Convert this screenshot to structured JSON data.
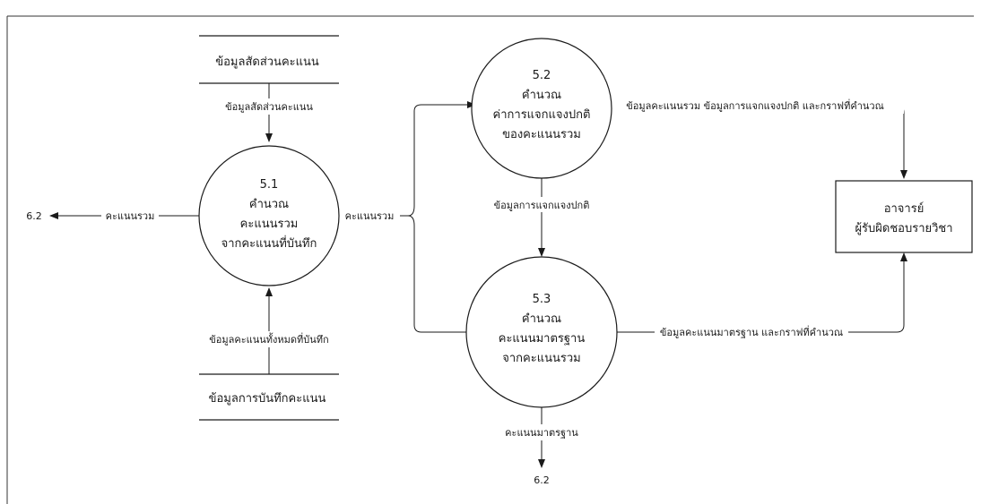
{
  "processes": {
    "p51": {
      "id": "5.1",
      "line1": "คำนวณ",
      "line2": "คะแนนรวม",
      "line3": "จากคะแนนที่บันทึก"
    },
    "p52": {
      "id": "5.2",
      "line1": "คำนวณ",
      "line2": "ค่าการแจกแจงปกติ",
      "line3": "ของคะแนนรวม"
    },
    "p53": {
      "id": "5.3",
      "line1": "คำนวณ",
      "line2": "คะแนนมาตรฐาน",
      "line3": "จากคะแนนรวม"
    }
  },
  "stores": {
    "ratio": "ข้อมูลสัดส่วนคะแนน",
    "records": "ข้อมูลการบันทึกคะแนน"
  },
  "entity": {
    "line1": "อาจารย์",
    "line2": "ผู้รับผิดชอบรายวิชา"
  },
  "flows": {
    "ratio_to_51": "ข้อมูลสัดส่วนคะแนน",
    "records_to_51": "ข้อมูลคะแนนทั้งหมดที่บันทึก",
    "p51_to_62": "คะแนนรวม",
    "p51_out": "คะแนนรวม",
    "p52_to_53": "ข้อมูลการแจกแจงปกติ",
    "p52_to_entity": "ข้อมูลคะแนนรวม ข้อมูลการแจกแจงปกติ และกราฟที่คำนวณ",
    "p53_to_entity": "ข้อมูลคะแนนมาตรฐาน และกราฟที่คำนวณ",
    "p53_down": "คะแนนมาตรฐาน"
  },
  "refs": {
    "left": "6.2",
    "bottom": "6.2"
  }
}
